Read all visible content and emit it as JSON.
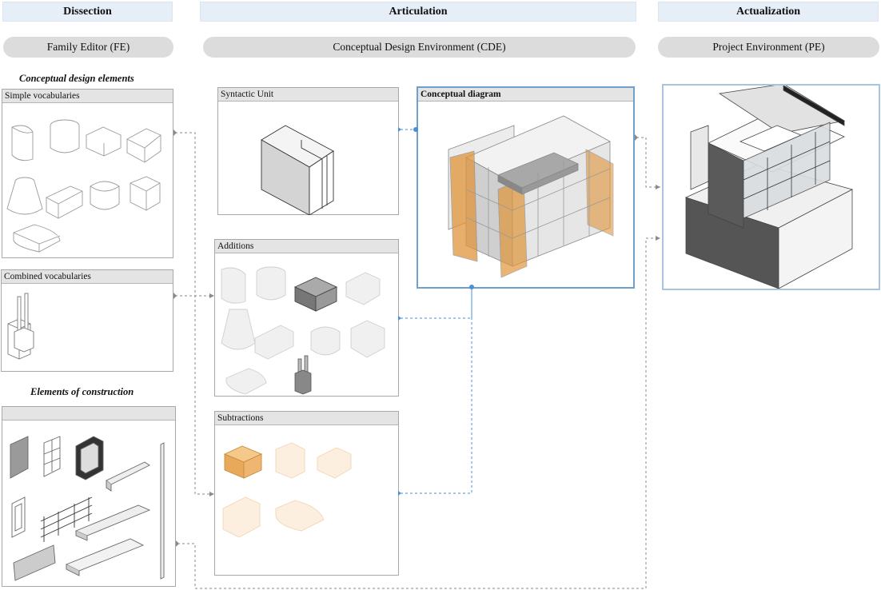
{
  "stages": [
    {
      "label": "Dissection"
    },
    {
      "label": "Articulation"
    },
    {
      "label": "Actualization"
    }
  ],
  "environments": [
    {
      "label": "Family Editor  (FE)"
    },
    {
      "label": "Conceptual Design Environment  (CDE)"
    },
    {
      "label": "Project Environment  (PE)"
    }
  ],
  "sections": {
    "conceptual_elements": "Conceptual design elements",
    "construction_elements": "Elements of construction"
  },
  "panels": {
    "simple_vocab": "Simple vocabularies",
    "combined_vocab": "Combined vocabularies",
    "construction": "",
    "syntactic_unit": "Syntactic Unit",
    "additions": "Additions",
    "subtractions": "Subtractions",
    "conceptual_diagram": "Conceptual diagram"
  },
  "colors": {
    "stage_header_bg": "#e6eef8",
    "env_pill_bg": "#dcdcdc",
    "connector_blue": "#4a90d9",
    "connector_gray": "#8a8a8a",
    "subtraction_orange": "#e8b774",
    "highlight_border": "#6f9fcf"
  }
}
